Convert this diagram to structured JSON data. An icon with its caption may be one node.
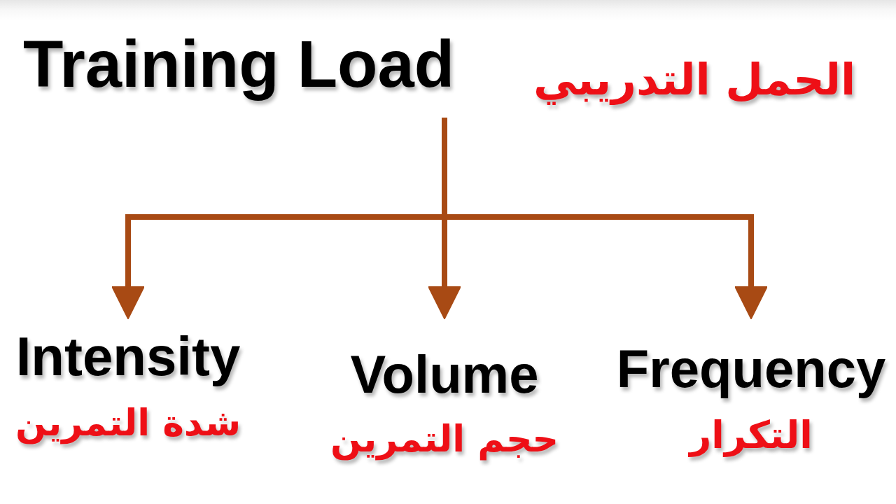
{
  "diagram": {
    "nodes": [
      {
        "text": [
          "Training Load"
        ],
        "beside": [
          "الحمل التدريبي"
        ]
      },
      {
        "text": [
          "Intensity",
          "شدة التمرين"
        ]
      },
      {
        "text": [
          "Volume",
          "حجم التمرين"
        ]
      },
      {
        "text": [
          "Frequency",
          "التكرار"
        ]
      }
    ],
    "edges": [
      {
        "from": 0,
        "to": 1,
        "arrow": "to"
      },
      {
        "from": 0,
        "to": 2,
        "arrow": "to"
      },
      {
        "from": 0,
        "to": 3,
        "arrow": "to"
      }
    ]
  }
}
